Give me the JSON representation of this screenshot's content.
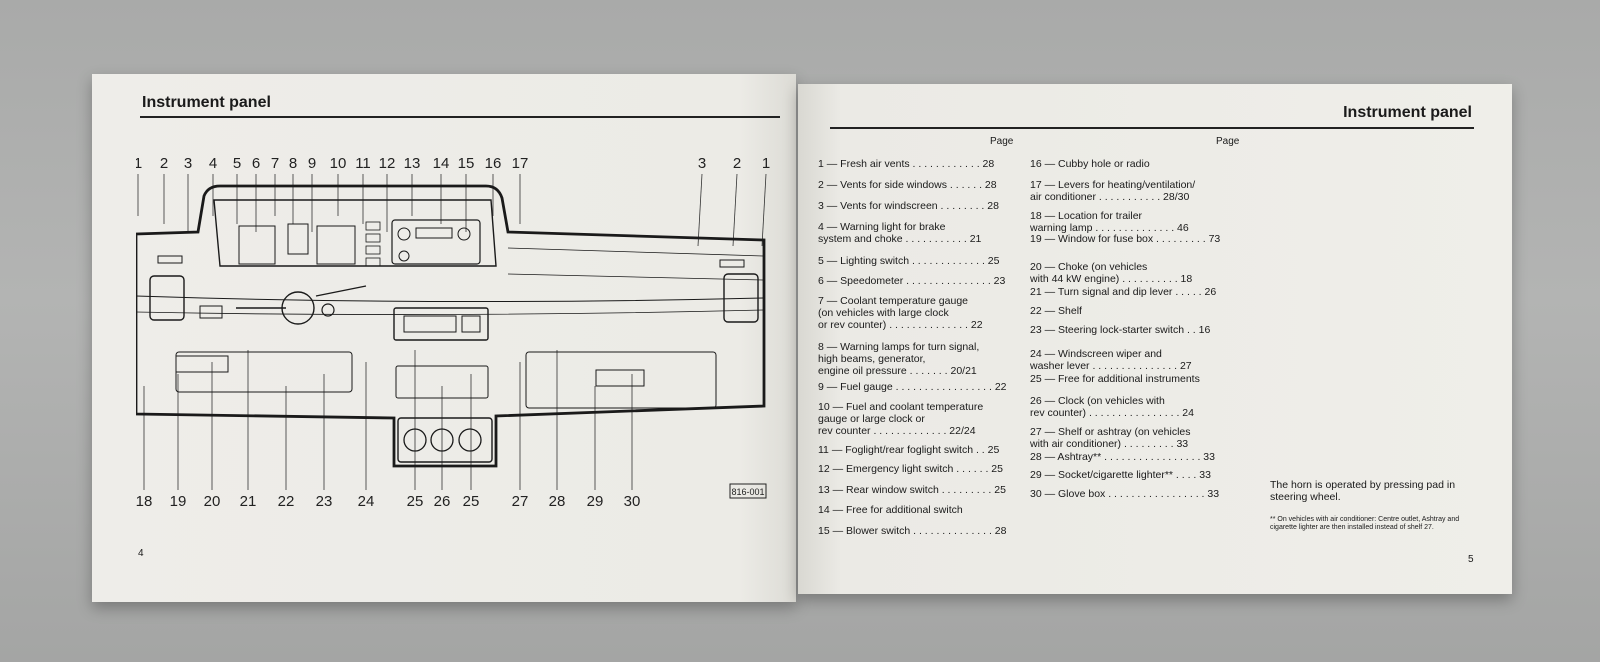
{
  "left_page": {
    "heading": "Instrument panel",
    "page_number": "4",
    "diagram": {
      "callouts_top": [
        "1",
        "2",
        "3",
        "4",
        "5",
        "6",
        "7",
        "8",
        "9",
        "10",
        "11",
        "12",
        "13",
        "14",
        "15",
        "16",
        "17"
      ],
      "callouts_top_right": [
        "3",
        "2",
        "1"
      ],
      "callouts_bottom": [
        "18",
        "19",
        "20",
        "21",
        "22",
        "23",
        "24",
        "25",
        "26",
        "25",
        "27",
        "28",
        "29",
        "30"
      ],
      "code_label": "816-001"
    }
  },
  "right_page": {
    "heading": "Instrument panel",
    "page_number": "5",
    "column_header": "Page",
    "items_left": [
      {
        "text": "1 — Fresh air vents . . . . . . . . . . . . 28"
      },
      {
        "text": "2 — Vents for side windows . . . . . . 28"
      },
      {
        "text": "3 — Vents for windscreen . . . . . . . . 28"
      },
      {
        "text": "4 — Warning light for brake\n      system and choke . . . . . . . . . . . 21"
      },
      {
        "text": "5 — Lighting switch . . . . . . . . . . . . . 25"
      },
      {
        "text": "6 — Speedometer . . . . . . . . . . . . . . . 23"
      },
      {
        "text": "7 — Coolant temperature gauge\n      (on vehicles with large clock\n      or rev counter) . . . . . . . . . . . . . . 22"
      },
      {
        "text": "8 — Warning lamps for turn signal,\n      high beams, generator,\n      engine oil pressure . . . . . . . 20/21"
      },
      {
        "text": "9 — Fuel gauge . . . . . . . . . . . . . . . . . 22"
      },
      {
        "text": "10 — Fuel and coolant temperature\n      gauge or large clock or\n      rev counter . . . . . . . . . . . . . 22/24"
      },
      {
        "text": "11 — Foglight/rear foglight switch . . 25"
      },
      {
        "text": "12 — Emergency light switch . . . . . . 25"
      },
      {
        "text": "13 — Rear window switch . . . . . . . . . 25"
      },
      {
        "text": "14 — Free for additional switch"
      },
      {
        "text": "15 — Blower switch . . . . . . . . . . . . . . 28"
      }
    ],
    "items_right": [
      {
        "text": "16 — Cubby hole or radio"
      },
      {
        "text": "17 — Levers for heating/ventilation/\n      air conditioner . . . . . . . . . . .  28/30"
      },
      {
        "text": "18 — Location for trailer\n      warning lamp . . . . . . . . . . . . . . 46"
      },
      {
        "text": "19 — Window for fuse box . . . . . . . . . 73"
      },
      {
        "text": "20 — Choke (on vehicles\n      with 44 kW engine) . . . . . . . . . . 18"
      },
      {
        "text": "21 — Turn signal and dip lever . . . . . 26"
      },
      {
        "text": "22 — Shelf"
      },
      {
        "text": "23 — Steering lock-starter switch . . 16"
      },
      {
        "text": "24 — Windscreen wiper and\n      washer lever . . . . . . . . . . . . . . . 27"
      },
      {
        "text": "25 — Free for additional instruments"
      },
      {
        "text": "26 — Clock (on vehicles with\n      rev counter) . . . . . . . . . . . . . . . . 24"
      },
      {
        "text": "27 — Shelf or ashtray (on vehicles\n      with air conditioner) . . . . . . . . . 33"
      },
      {
        "text": "28 — Ashtray** . . . . . . . . . . . . . . . . . 33"
      },
      {
        "text": "29 — Socket/cigarette lighter** . . . . 33"
      },
      {
        "text": "30 — Glove box . . . . . . . . . . . . . . . . . 33"
      }
    ],
    "note": "The horn is operated by pressing pad in steering wheel.",
    "footnote": "** On vehicles with air conditioner: Centre outlet, Ashtray and cigarette lighter are then installed instead of shelf 27."
  }
}
